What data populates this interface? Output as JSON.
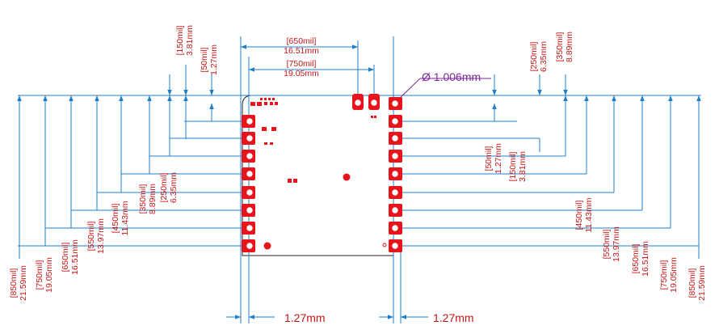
{
  "diagram": {
    "diameter_label": "Ø 1.006mm",
    "pitch_left": "1.27mm",
    "pitch_right": "1.27mm",
    "top_h": [
      {
        "mil": "[650mil]",
        "mm": "16.51mm"
      },
      {
        "mil": "[750mil]",
        "mm": "19.05mm"
      }
    ],
    "top_v_left": [
      {
        "mil": "[150mil]",
        "mm": "3.81mm"
      },
      {
        "mil": "[50mil]",
        "mm": "1.27mm"
      }
    ],
    "top_v_right": [
      {
        "mil": "[250mil]",
        "mm": "6.35mm"
      },
      {
        "mil": "[350mil]",
        "mm": "8.89mm"
      }
    ],
    "left_inner": [
      {
        "mil": "[250mil]",
        "mm": "6.35mm"
      },
      {
        "mil": "[350mil]",
        "mm": "8.89mm"
      },
      {
        "mil": "[450mil]",
        "mm": "11.43mm"
      },
      {
        "mil": "[550mil]",
        "mm": "13.97mm"
      }
    ],
    "left_outer": [
      {
        "mil": "[650mil]",
        "mm": "16.51mm"
      },
      {
        "mil": "[750mil]",
        "mm": "19.05mm"
      },
      {
        "mil": "[850mil]",
        "mm": "21.59mm"
      }
    ],
    "right_inner": [
      {
        "mil": "[50mil]",
        "mm": "1.27mm"
      },
      {
        "mil": "[150mil]",
        "mm": "3.81mm"
      },
      {
        "mil": "[450mil]",
        "mm": "11.43mm"
      },
      {
        "mil": "[550mil]",
        "mm": "13.97mm"
      }
    ],
    "right_outer": [
      {
        "mil": "[650mil]",
        "mm": "16.51mm"
      },
      {
        "mil": "[750mil]",
        "mm": "19.05mm"
      },
      {
        "mil": "[850mil]",
        "mm": "21.59mm"
      }
    ]
  }
}
